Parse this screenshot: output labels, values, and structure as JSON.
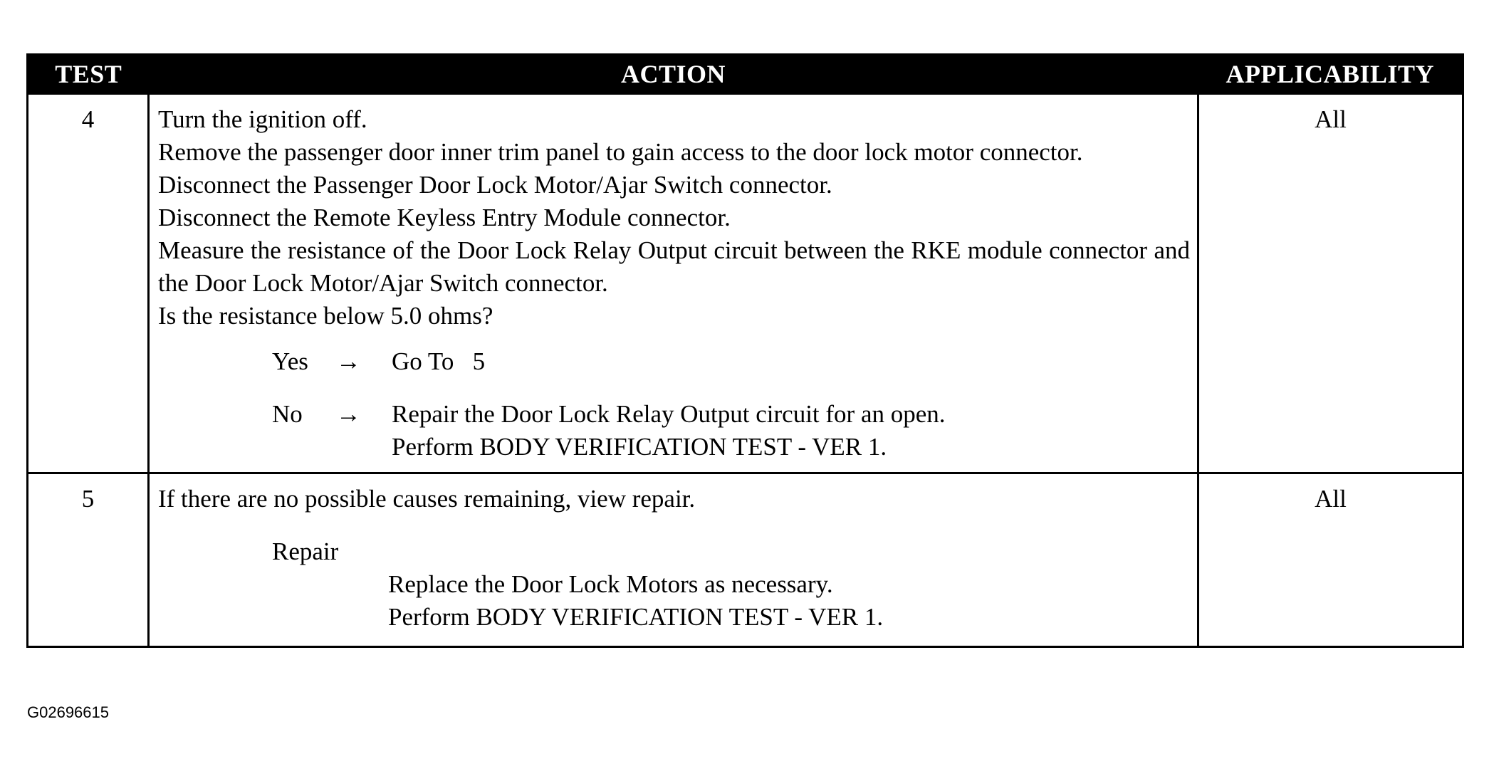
{
  "table": {
    "headers": {
      "test": "TEST",
      "action": "ACTION",
      "applicability": "APPLICABILITY"
    },
    "rows": [
      {
        "test": "4",
        "action_lines": [
          "Turn the ignition off.",
          "Remove the passenger door inner trim panel to gain access to the door lock motor connector.",
          "Disconnect the Passenger Door Lock Motor/Ajar Switch connector.",
          "Disconnect the Remote Keyless Entry Module connector.",
          "Measure the resistance of the Door Lock Relay Output circuit between the RKE module connector and the Door Lock Motor/Ajar Switch connector.",
          "Is the resistance below 5.0 ohms?"
        ],
        "yes": {
          "key": "Yes",
          "arrow": "→",
          "text": "Go To   5"
        },
        "no": {
          "key": "No",
          "arrow": "→",
          "lines": [
            "Repair the Door Lock Relay Output circuit for an open.",
            "Perform BODY VERIFICATION TEST - VER 1."
          ]
        },
        "applicability": "All"
      },
      {
        "test": "5",
        "action_lines": [
          "If there are no possible causes remaining, view repair."
        ],
        "repair": {
          "label": "Repair",
          "lines": [
            "Replace the Door Lock Motors as necessary.",
            "Perform BODY VERIFICATION TEST - VER 1."
          ]
        },
        "applicability": "All"
      }
    ]
  },
  "figure_id": "G02696615"
}
